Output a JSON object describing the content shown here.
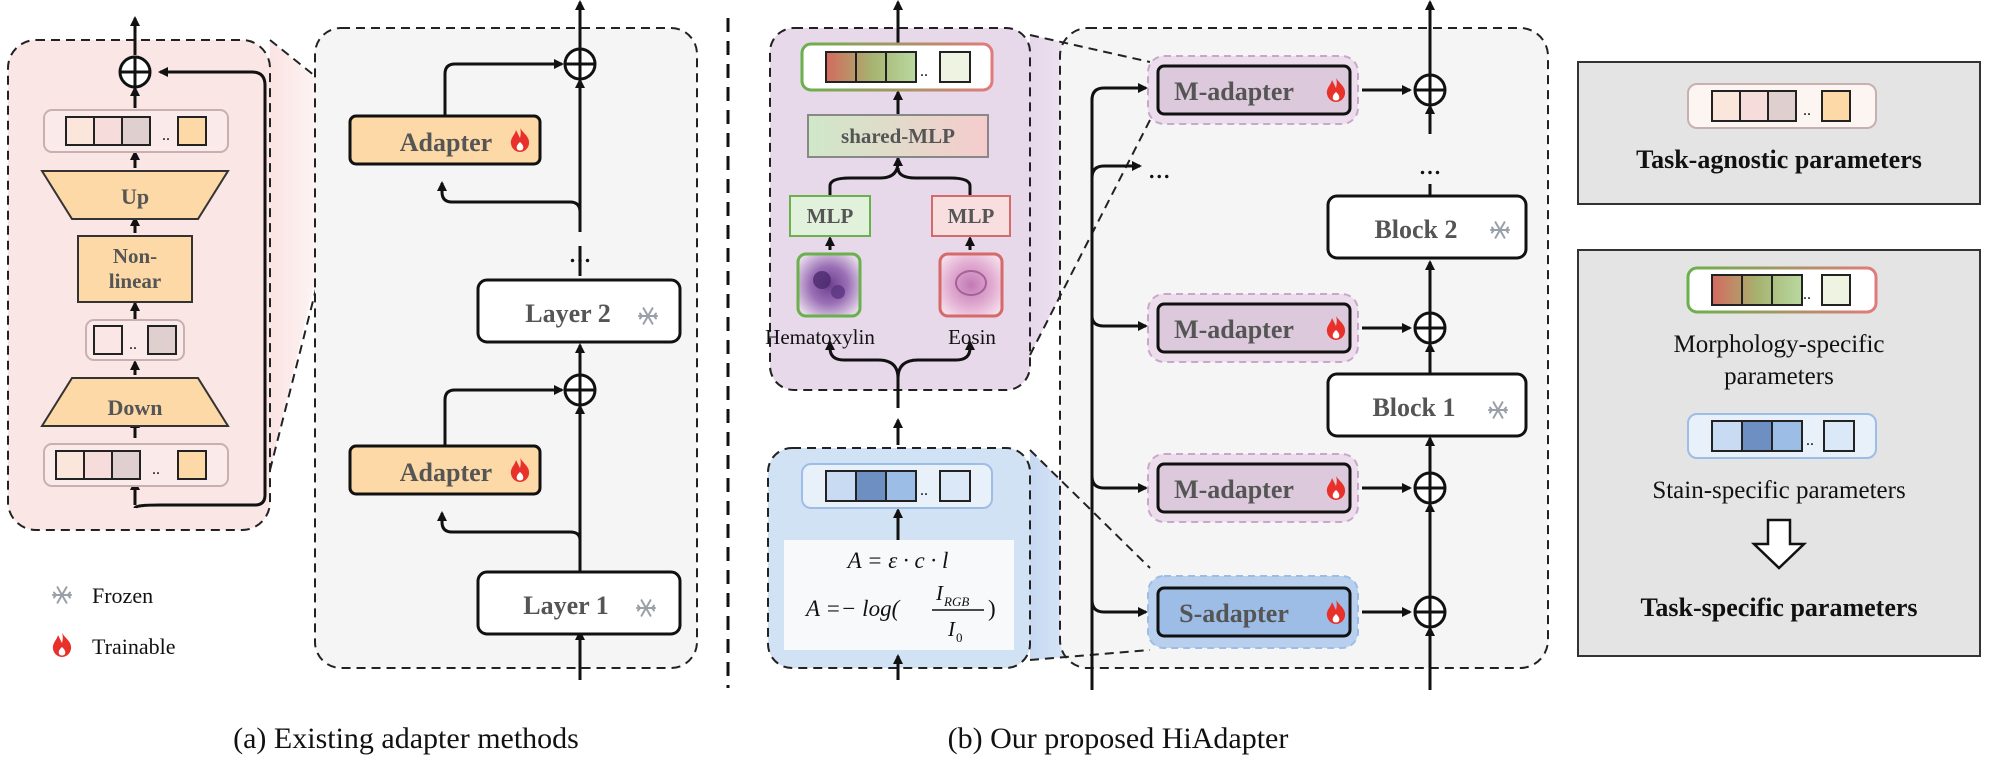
{
  "panel_a": {
    "caption": "(a) Existing adapter methods",
    "zoom": {
      "up": "Up",
      "nonlinear_1": "Non-",
      "nonlinear_2": "linear",
      "down": "Down"
    },
    "legend": {
      "frozen": "Frozen",
      "trainable": "Trainable"
    },
    "adapter_label": "Adapter",
    "layer1": "Layer 1",
    "layer2": "Layer 2",
    "ellipsis": "..."
  },
  "panel_b": {
    "caption": "(b) Our proposed HiAdapter",
    "shared_mlp": "shared-MLP",
    "mlp_left": "MLP",
    "mlp_right": "MLP",
    "hematoxylin": "Hematoxylin",
    "eosin": "Eosin",
    "eq1": "A = ε · c · l",
    "eq2_lhs": "A =− log(",
    "eq2_num": "I",
    "eq2_num_sub": "RGB",
    "eq2_den": "I",
    "eq2_den_sub": "0",
    "eq2_rhs": ")",
    "m_adapter": "M-adapter",
    "s_adapter": "S-adapter",
    "block1": "Block 1",
    "block2": "Block 2",
    "ellipsis": "..."
  },
  "legend_right": {
    "task_agnostic": "Task-agnostic parameters",
    "morphology": [
      "Morphology-specific",
      "parameters"
    ],
    "stain": "Stain-specific parameters",
    "task_specific": "Task-specific parameters"
  },
  "colors": {
    "adapter_orange": "#fcd9a6",
    "m_adapter_purple": "#d9c7d8",
    "s_adapter_blue": "#9dbde6",
    "flame": "#e8312a",
    "zoom_pink": "#f8dede"
  },
  "icons": [
    "snowflake-icon",
    "flame-icon",
    "plus-circle-icon",
    "arrow-up-icon",
    "hollow-down-arrow-icon",
    "hematoxylin-cell-icon",
    "eosin-cell-icon"
  ]
}
